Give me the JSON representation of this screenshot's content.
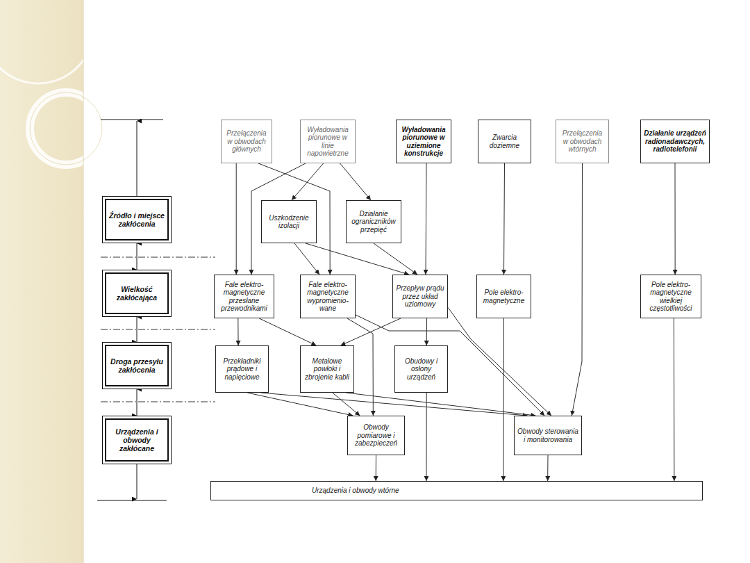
{
  "diagram": {
    "nodes": [
      {
        "text": [
          "Przełączenia w obwodach głównych"
        ]
      },
      {
        "text": [
          "Wyładowania piorunowe w linie napowietrzne"
        ]
      },
      {
        "text": [
          "Wyładowania piorunowe w uziemione konstrukcje"
        ]
      },
      {
        "text": [
          "Zwarcia doziemne"
        ]
      },
      {
        "text": [
          "Przełączenia w obwodach wtórnych"
        ]
      },
      {
        "text": [
          "Działanie urządzeń radionadawczych, radiotelefonii"
        ]
      },
      {
        "text": [
          "Źródło i miejsce zakłócenia"
        ]
      },
      {
        "text": [
          "Uszkodzenie izolacji"
        ]
      },
      {
        "text": [
          "Działanie ograniczników przepięć"
        ]
      },
      {
        "text": [
          "Wielkość zakłócająca"
        ]
      },
      {
        "text": [
          "Fale elektro-magnetyczne przesłane przewodnikami"
        ]
      },
      {
        "text": [
          "Fale elektro-magnetyczne wypromienio-wane"
        ]
      },
      {
        "text": [
          "Przepływ prądu przez układ uziomowy"
        ]
      },
      {
        "text": [
          "Pole elektro-magnetyczne"
        ]
      },
      {
        "text": [
          "Pole elektro-magnetyczne wielkiej częstotliwości"
        ]
      },
      {
        "text": [
          "Droga przesyłu zakłócenia"
        ]
      },
      {
        "text": [
          "Przekładniki prądowe i napięciowe"
        ]
      },
      {
        "text": [
          "Metalowe powłoki i zbrojenie kabli"
        ]
      },
      {
        "text": [
          "Obudowy i osłony urządzeń"
        ]
      },
      {
        "text": [
          "Urządzenia i obwody zakłócane"
        ]
      },
      {
        "text": [
          "Obwody pomiarowe i zabezpieczeń"
        ]
      },
      {
        "text": [
          "Obwody sterowania i monitorowania"
        ]
      },
      {
        "text": [
          "Urządzenia i obwody wtórne"
        ]
      }
    ],
    "edges": [
      {
        "from": 0,
        "to": 10,
        "arrow": "to"
      },
      {
        "from": 0,
        "to": 11,
        "arrow": "to"
      },
      {
        "from": 1,
        "to": 10,
        "arrow": "to"
      },
      {
        "from": 1,
        "to": 7,
        "arrow": "to"
      },
      {
        "from": 1,
        "to": 8,
        "arrow": "to"
      },
      {
        "from": 2,
        "to": 12,
        "arrow": "to"
      },
      {
        "from": 3,
        "to": 13,
        "arrow": "to"
      },
      {
        "from": 4,
        "to": 21,
        "arrow": "to"
      },
      {
        "from": 5,
        "to": 14,
        "arrow": "to"
      },
      {
        "from": 7,
        "to": 11,
        "arrow": "to"
      },
      {
        "from": 7,
        "to": 12,
        "arrow": "to"
      },
      {
        "from": 8,
        "to": 12,
        "arrow": "to"
      },
      {
        "from": 10,
        "to": 16,
        "arrow": "to"
      },
      {
        "from": 10,
        "to": 17,
        "arrow": "to"
      },
      {
        "from": 11,
        "to": 20,
        "arrow": "to"
      },
      {
        "from": 11,
        "to": 21,
        "arrow": "to"
      },
      {
        "from": 12,
        "to": 17,
        "arrow": "to"
      },
      {
        "from": 12,
        "to": 18,
        "arrow": "to"
      },
      {
        "from": 12,
        "to": 21,
        "arrow": "to"
      },
      {
        "from": 13,
        "to": 22,
        "arrow": "to"
      },
      {
        "from": 14,
        "to": 22,
        "arrow": "to"
      },
      {
        "from": 16,
        "to": 20,
        "arrow": "to"
      },
      {
        "from": 16,
        "to": 21,
        "arrow": "to"
      },
      {
        "from": 17,
        "to": 20,
        "arrow": "to"
      },
      {
        "from": 17,
        "to": 21,
        "arrow": "to"
      },
      {
        "from": 18,
        "to": 22,
        "arrow": "to"
      },
      {
        "from": 20,
        "to": 22,
        "arrow": "to"
      },
      {
        "from": 21,
        "to": 22,
        "arrow": "to"
      }
    ]
  }
}
